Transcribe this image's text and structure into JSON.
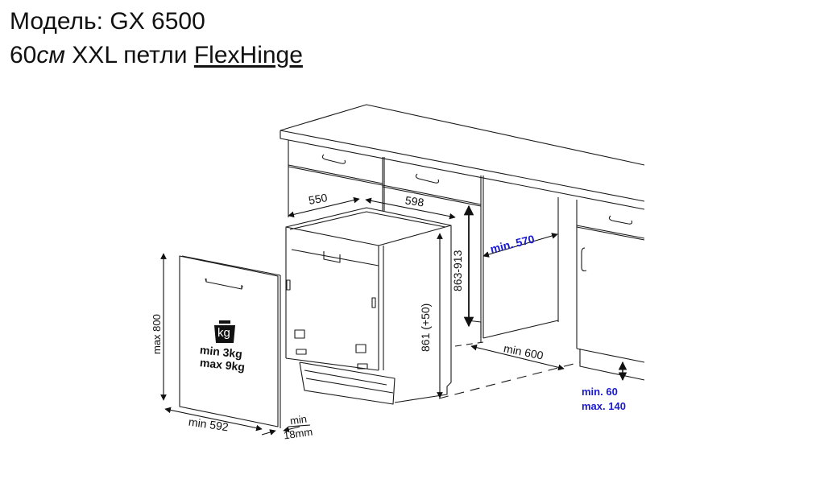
{
  "header": {
    "model_label": "Модель:",
    "model_value": "GX 6500",
    "width_value": "60",
    "width_unit": "см",
    "size_class": "XXL",
    "hinge_label": "петли",
    "hinge_link": "FlexHinge"
  },
  "dimensions": {
    "depth": "550",
    "width": "598",
    "niche_height": "863-913",
    "appliance_height": "861 (+50)",
    "niche_depth": "min. 570",
    "niche_width": "min 600",
    "plinth_min": "min. 60",
    "plinth_max": "max. 140",
    "door_height": "max  800",
    "door_width": "min 592",
    "door_thickness_label": "min",
    "door_thickness_value": "18mm"
  },
  "door_weight": {
    "icon": "kg-weight-icon",
    "icon_text": "kg",
    "min_label": "min  3kg",
    "max_label": "max 9kg"
  },
  "colors": {
    "line": "#1a1a1a",
    "accent_blue": "#1a1ad4",
    "background": "#ffffff"
  }
}
